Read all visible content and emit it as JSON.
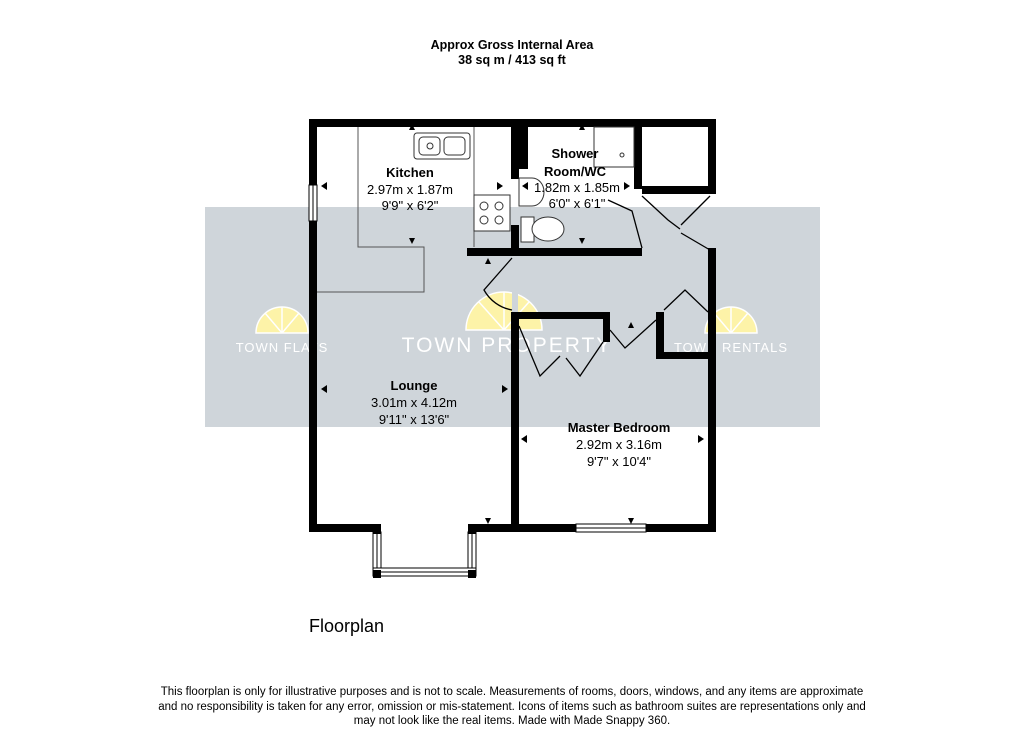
{
  "header": {
    "area_title": "Approx Gross Internal Area",
    "area_value": "38 sq m / 413 sq ft"
  },
  "rooms": {
    "kitchen": {
      "name": "Kitchen",
      "metric": "2.97m x 1.87m",
      "imperial": "9'9\" x 6'2\""
    },
    "shower": {
      "name_line1": "Shower",
      "name_line2": "Room/WC",
      "metric": "1.82m x 1.85m",
      "imperial": "6'0\" x 6'1\""
    },
    "lounge": {
      "name": "Lounge",
      "metric": "3.01m x 4.12m",
      "imperial": "9'11\" x 13'6\""
    },
    "bedroom": {
      "name": "Master Bedroom",
      "metric": "2.92m x 3.16m",
      "imperial": "9'7\" x 10'4\""
    }
  },
  "watermark": {
    "left": "TOWN FLATS",
    "center": "TOWN PROPERTY",
    "right": "TOWN RENTALS",
    "band_color": "#cfd5da",
    "sun_color": "#fdf3a8"
  },
  "plan_label": "Floorplan",
  "disclaimer": {
    "line1": "This floorplan is only for illustrative purposes and is not to scale. Measurements of rooms, doors, windows, and any items are approximate",
    "line2": "and no responsibility is taken for any error, omission or mis-statement. Icons of items such as bathroom suites are representations only and",
    "line3": "may not look like the real items. Made with Made Snappy 360."
  }
}
